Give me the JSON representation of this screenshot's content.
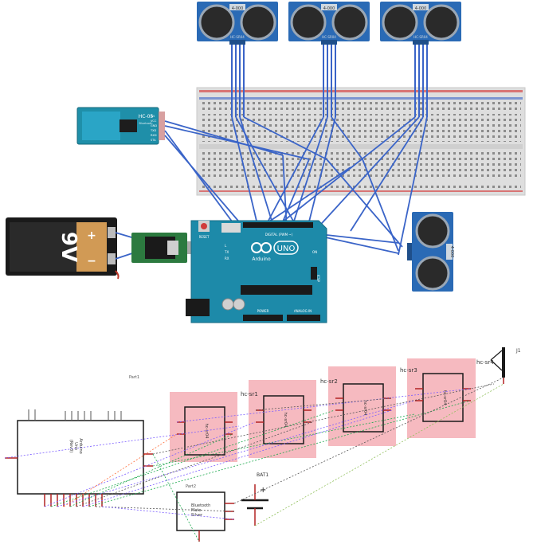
{
  "sensors": {
    "label_top": "4-000",
    "label_right": "4-000",
    "sub_label": "HC-SR04"
  },
  "bluetooth": {
    "title": "HC-05",
    "subtitle": "Bluetooth",
    "pins": [
      "EN",
      "VCC",
      "GND",
      "TXD",
      "RXD",
      "STA"
    ]
  },
  "battery": {
    "label": "9V",
    "plus": "+",
    "minus": "−"
  },
  "arduino": {
    "brand": "Arduino",
    "model": "UNO",
    "reset_label": "RESET",
    "tx": "TX",
    "rx": "RX",
    "l": "L",
    "on": "ON",
    "icsp": "ICSP",
    "digital": "DIGITAL (PWM ~)",
    "analog": "ANALOG IN",
    "power": "POWER"
  },
  "schematic": {
    "arduino_part": "Part1",
    "arduino_title": [
      "Arduino",
      "Uno",
      "(Rev3)"
    ],
    "bt_part": "Part2",
    "bt_title": [
      "Bluetooth",
      "Mate",
      "Silver"
    ],
    "bat_label": "BAT1",
    "bat_plus": "+",
    "jack_label": "J1",
    "sensor_labels": [
      "",
      "hc-sr1",
      "hc-sr2",
      "hc-sr3",
      "hc-sr4"
    ],
    "sensor_inner": "hc-sr04"
  },
  "colors": {
    "breadboard": "#dcdcdc",
    "sensor_blue": "#2a6ab5",
    "arduino_teal": "#1d8aa9",
    "wire_blue": "#3a64c8",
    "pink_area": "#f4aeb5"
  }
}
